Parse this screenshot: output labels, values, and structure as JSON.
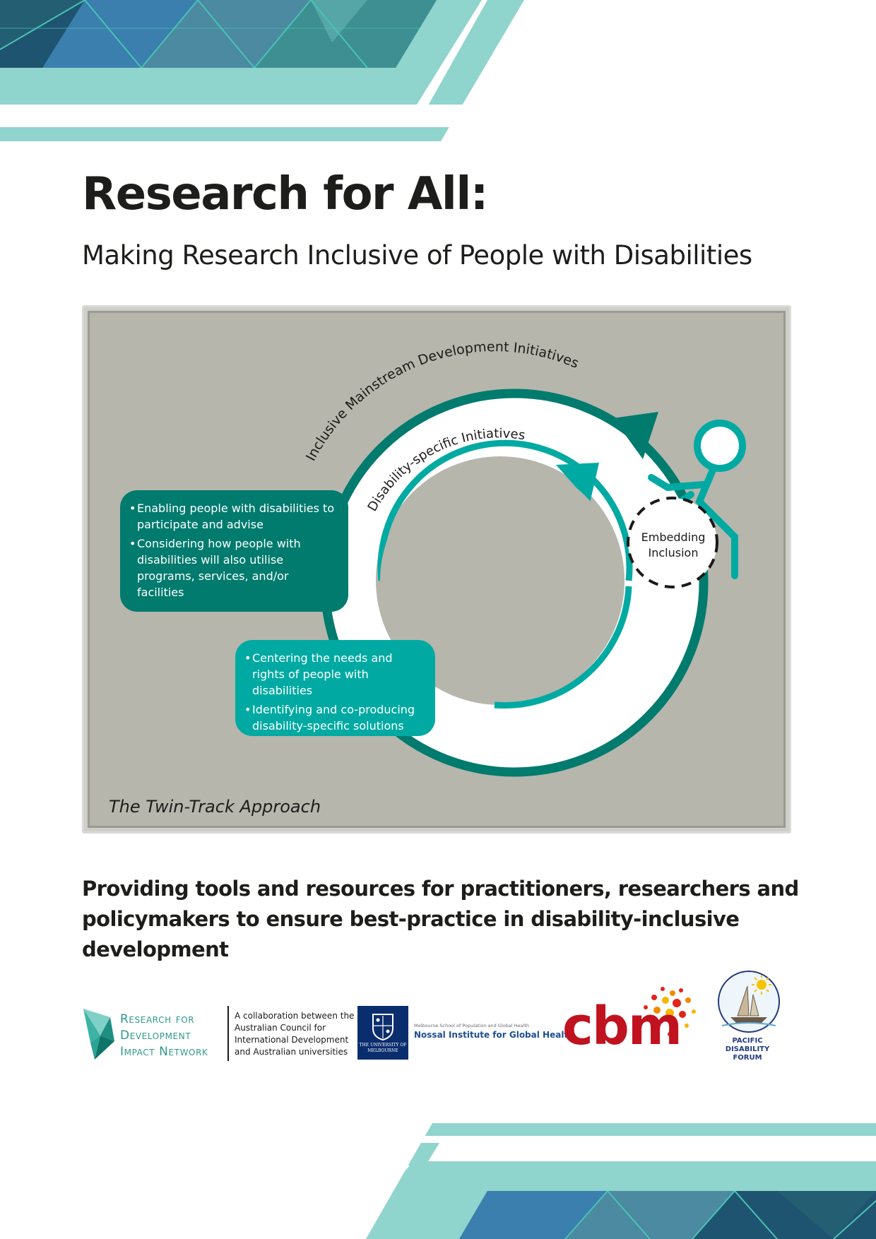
{
  "document": {
    "title": "Research for All:",
    "subtitle": "Making Research Inclusive of People with Disabilities",
    "tagline": "Providing tools and resources for practitioners, researchers and policymakers to ensure best-practice in disability-inclusive development"
  },
  "figure": {
    "caption": "The Twin-Track Approach",
    "outer_track_label": "Inclusive Mainstream Development Initiatives",
    "inner_track_label": "Disability-specific Initiatives",
    "center_label_line1": "Embedding",
    "center_label_line2": "Inclusion",
    "mainstream_points": [
      "Enabling people with disabilities to participate and advise",
      "Considering how people with disabilities will also utilise programs, services, and/or facilities"
    ],
    "specific_points": [
      "Centering the needs and rights of people with disabilities",
      "Identifying and co-producing disability-specific solutions"
    ],
    "colors": {
      "outer_track": "#007b6e",
      "inner_track": "#00aaa2",
      "figure_bg": "#b6b6ac"
    }
  },
  "logos": {
    "rdi_line1": "Research for",
    "rdi_line2": "Development",
    "rdi_line3": "Impact Network",
    "collaboration": "A collaboration between the Australian Council for International Development and Australian universities",
    "melbourne_line1": "THE UNIVERSITY OF",
    "melbourne_line2": "MELBOURNE",
    "nossal_school": "Melbourne School of Population and Global Health",
    "nossal_name": "Nossal Institute for Global Health",
    "cbm": "cbm",
    "pdf_line1": "PACIFIC DISABILITY",
    "pdf_line2": "FORUM"
  }
}
